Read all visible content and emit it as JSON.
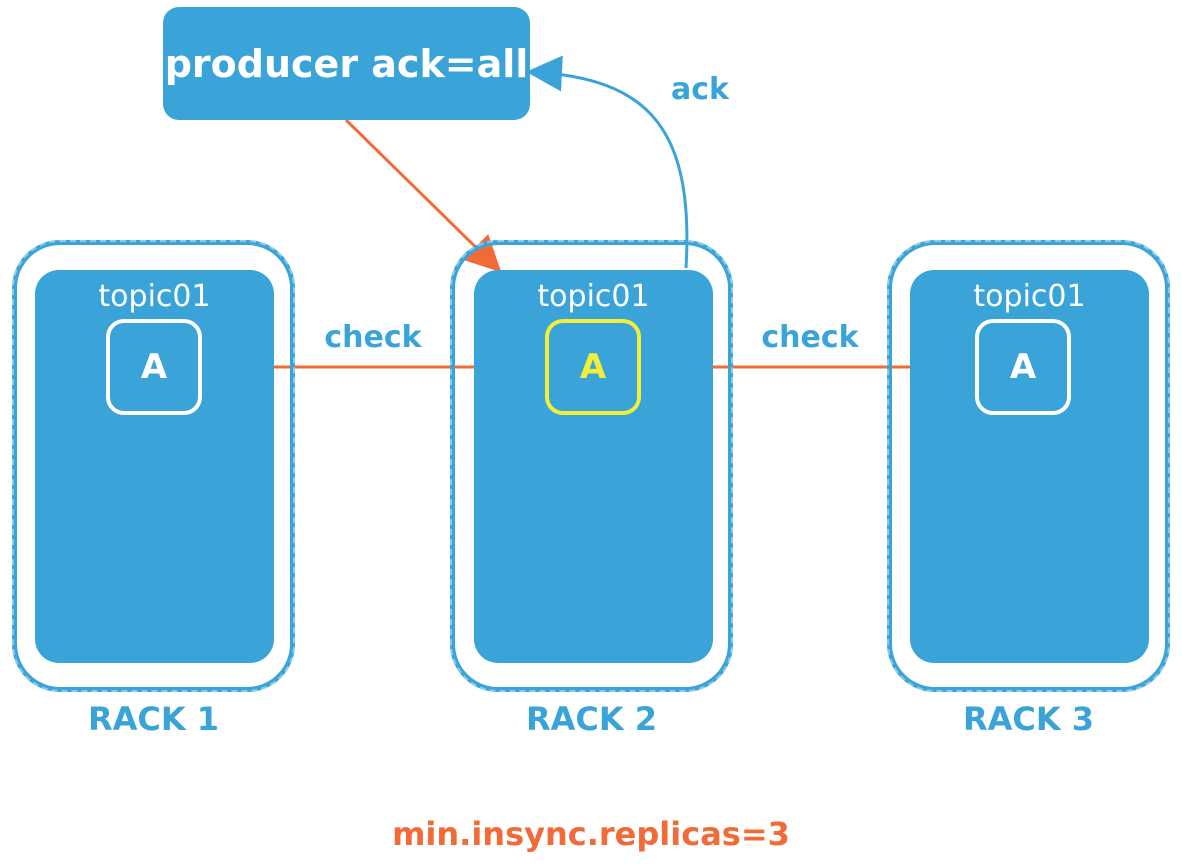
{
  "producer": {
    "label": "producer ack=all"
  },
  "ack_label": "ack",
  "check_labels": [
    "check",
    "check"
  ],
  "racks": [
    {
      "name": "RACK 1",
      "topic": "topic01",
      "replica": "A",
      "is_leader": false
    },
    {
      "name": "RACK 2",
      "topic": "topic01",
      "replica": "A",
      "is_leader": true
    },
    {
      "name": "RACK 3",
      "topic": "topic01",
      "replica": "A",
      "is_leader": false
    }
  ],
  "footer": "min.insync.replicas=3",
  "colors": {
    "rack_blue": "#3aa4d8",
    "leader_yellow": "#f0f03a",
    "write_orange": "#f26a36",
    "ack_blue": "#3aa4d8"
  }
}
